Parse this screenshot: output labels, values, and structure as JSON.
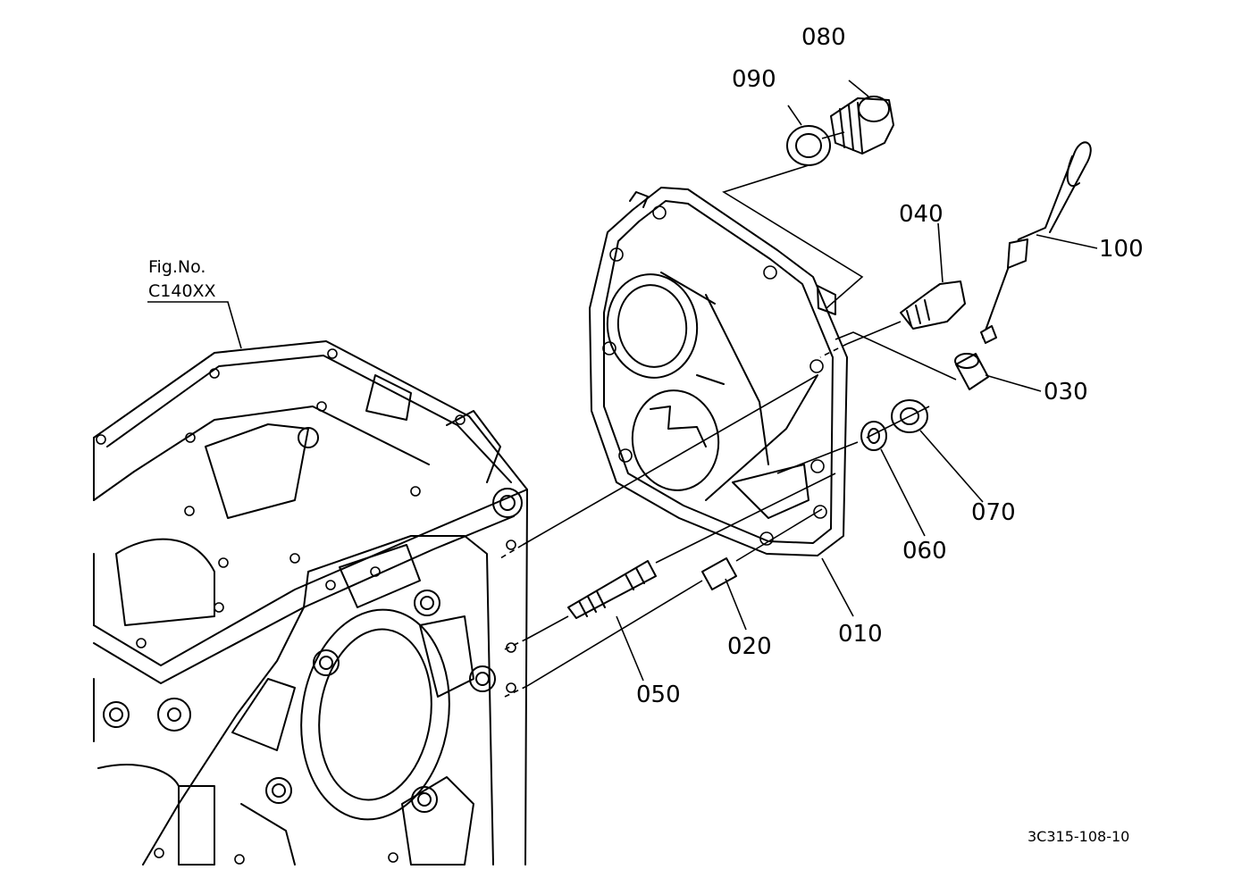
{
  "figure": {
    "ref_label": "Fig.No.",
    "ref_code": "C140XX",
    "drawing_code": "3C315-108-10"
  },
  "callouts": [
    {
      "id": "080",
      "text": "080"
    },
    {
      "id": "090",
      "text": "090"
    },
    {
      "id": "040",
      "text": "040"
    },
    {
      "id": "100",
      "text": "100"
    },
    {
      "id": "030",
      "text": "030"
    },
    {
      "id": "070",
      "text": "070"
    },
    {
      "id": "060",
      "text": "060"
    },
    {
      "id": "010",
      "text": "010"
    },
    {
      "id": "020",
      "text": "020"
    },
    {
      "id": "050",
      "text": "050"
    }
  ]
}
